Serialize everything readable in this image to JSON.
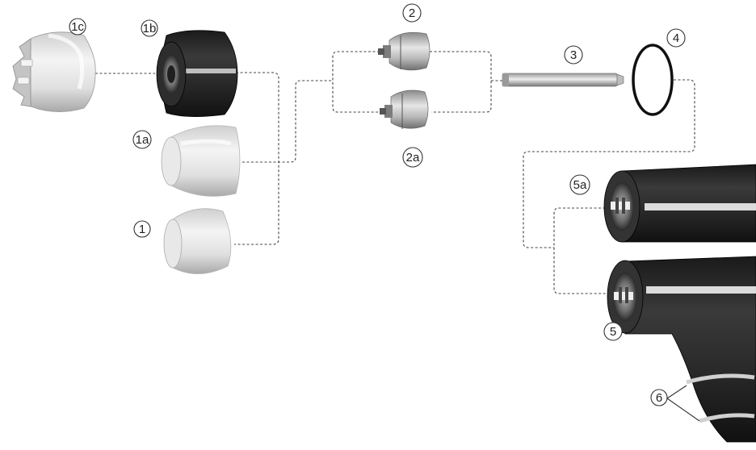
{
  "diagram": {
    "callouts": {
      "c1c": "1c",
      "c1b": "1b",
      "c1a": "1a",
      "c1": "1",
      "c2": "2",
      "c2a": "2a",
      "c3": "3",
      "c4": "4",
      "c5a": "5a",
      "c5": "5",
      "c6": "6"
    },
    "colors": {
      "line": "#444444",
      "dark_part": "#222222",
      "light_part": "#e2e2e2"
    },
    "icons": {
      "parts": [
        "shield-cap-icon",
        "retaining-cap-icon",
        "nozzle-icon",
        "electrode-icon",
        "o-ring-icon",
        "torch-head-icon",
        "torch-handle-icon"
      ]
    }
  }
}
